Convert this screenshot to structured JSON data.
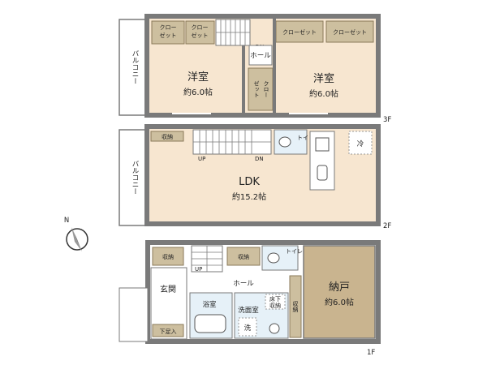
{
  "floor3": {
    "label": "3F",
    "balcony": "バルコニー",
    "room_left": {
      "name": "洋室",
      "size": "約6.0帖"
    },
    "room_right": {
      "name": "洋室",
      "size": "約6.0帖"
    },
    "closet1": "クロー\nゼット",
    "closet2": "クロー\nゼット",
    "closet3": "クローゼット",
    "closet4": "クローゼット",
    "closet_v": "クロー\nゼット",
    "hall": "ホール",
    "dn": "DN"
  },
  "floor2": {
    "label": "2F",
    "balcony": "バルコニー",
    "ldk": {
      "name": "LDK",
      "size": "約15.2帖"
    },
    "storage": "収納",
    "toilet": "トイレ",
    "fridge": "冷",
    "up": "UP",
    "dn": "DN"
  },
  "floor1": {
    "label": "1F",
    "entrance": "玄関",
    "shoe": "下足入",
    "storage1": "収納",
    "storage2": "収納",
    "storage3": "収納",
    "toilet": "トイレ",
    "hall": "ホール",
    "bath": "浴室",
    "wash": "洗面室",
    "underfloor": "床下\n収納",
    "washer": "洗",
    "nando": {
      "name": "納戸",
      "size": "約6.0帖"
    },
    "up": "UP"
  },
  "compass": {
    "label": "N"
  },
  "colors": {
    "wall": "#7a7a7a",
    "ldk_floor": "#f7e6d0",
    "room_floor": "#f7e6d0",
    "nando_floor": "#c9b48f",
    "closet": "#cdbf9f",
    "water": "#e6f1f8"
  }
}
